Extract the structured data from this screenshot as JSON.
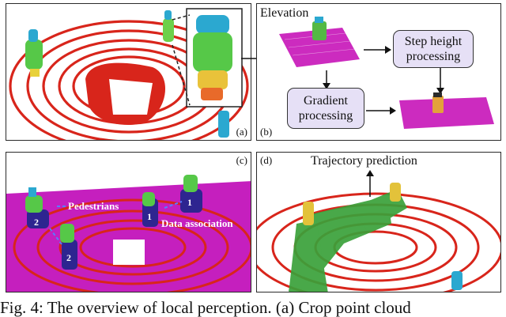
{
  "figure": {
    "panel_a": {
      "tag": "(a)"
    },
    "panel_b": {
      "tag": "(b)",
      "elevation_label": "Elevation",
      "step_box": "Step height processing",
      "gradient_box": "Gradient processing"
    },
    "panel_c": {
      "tag": "(c)",
      "pedestrians_label": "Pedestrians",
      "association_label": "Data association",
      "ids": [
        "1",
        "1",
        "2",
        "2"
      ]
    },
    "panel_d": {
      "tag": "(d)",
      "trajectory_label": "Trajectory prediction"
    },
    "caption": "Fig. 4: The overview of local perception. (a) Crop point cloud"
  }
}
